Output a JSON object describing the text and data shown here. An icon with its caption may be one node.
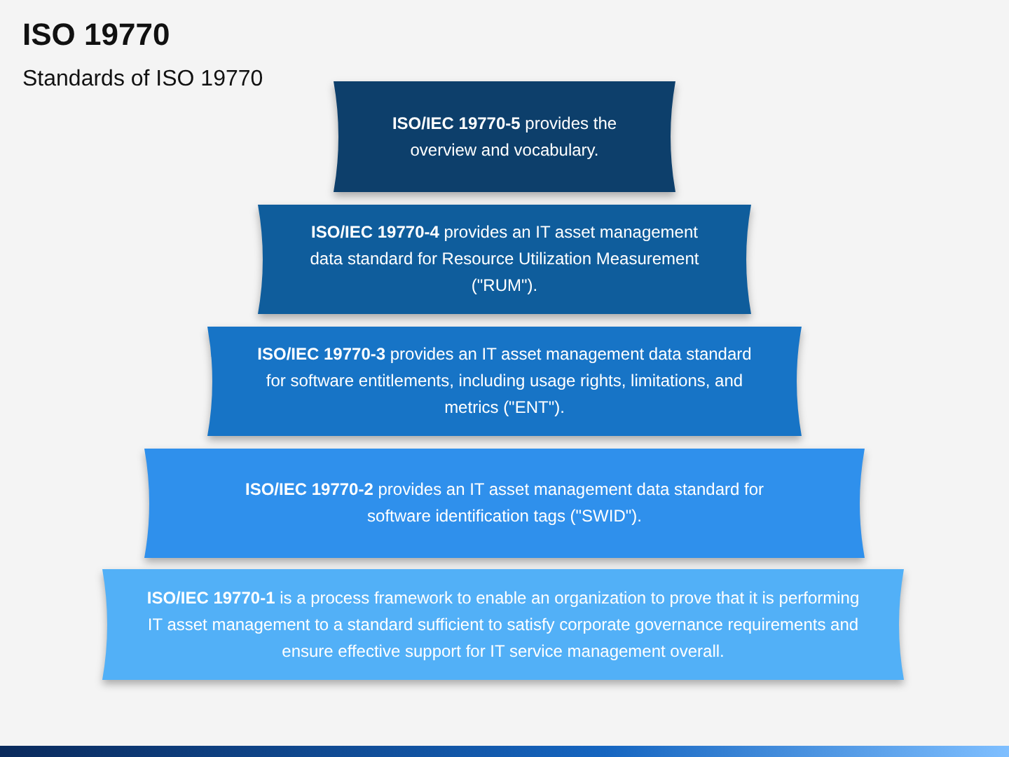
{
  "diagram": {
    "title": "ISO 19770",
    "nodes": [
      {
        "text": [
          "**ISO/IEC 19770-5** provides the overview and vocabulary."
        ]
      },
      {
        "text": [
          "**ISO/IEC 19770-4** provides an IT asset management data standard for Resource Utilization Measurement (\"RUM\")."
        ]
      },
      {
        "text": [
          "**ISO/IEC 19770-3** provides an IT asset management data standard for software entitlements, including usage rights, limitations, and metrics (\"ENT\")."
        ]
      },
      {
        "text": [
          "**ISO/IEC 19770-2** provides an IT asset management data standard for software identification tags (\"SWID\")."
        ]
      },
      {
        "text": [
          "**ISO/IEC 19770-1** is a process framework to enable an organization to prove that it is performing IT asset management to a standard sufficient to satisfy corporate governance requirements and ensure effective support for IT service management overall."
        ]
      }
    ],
    "edges": [],
    "labels": [
      "Standards of ISO 19770"
    ]
  }
}
